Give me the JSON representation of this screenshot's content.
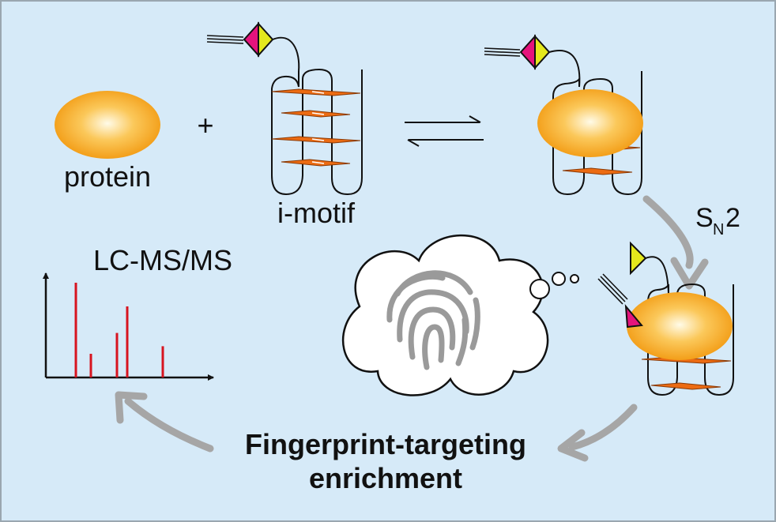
{
  "labels": {
    "plus": "+",
    "protein": "protein",
    "imotif": "i-motif",
    "sn2_main": "S",
    "sn2_sub": "N",
    "sn2_num": "2",
    "lcms": "LC-MS/MS",
    "enrichment_line1": "Fingerprint-targeting",
    "enrichment_line2": "enrichment"
  },
  "colors": {
    "background": "#d6eaf8",
    "protein_core": "#fffbe8",
    "protein_edge": "#f29a12",
    "base_pair": "#ec6b12",
    "tag_magenta": "#e5137c",
    "tag_yellow": "#e4e81c",
    "spectrum_peak": "#d7141f",
    "arrow_gray": "#a6a6a6"
  },
  "icons": [
    "fingerprint-icon",
    "thought-cloud-icon",
    "alkyne-icon"
  ],
  "spectrum": {
    "type": "bar",
    "values": [
      100,
      25,
      47,
      75,
      33
    ]
  }
}
